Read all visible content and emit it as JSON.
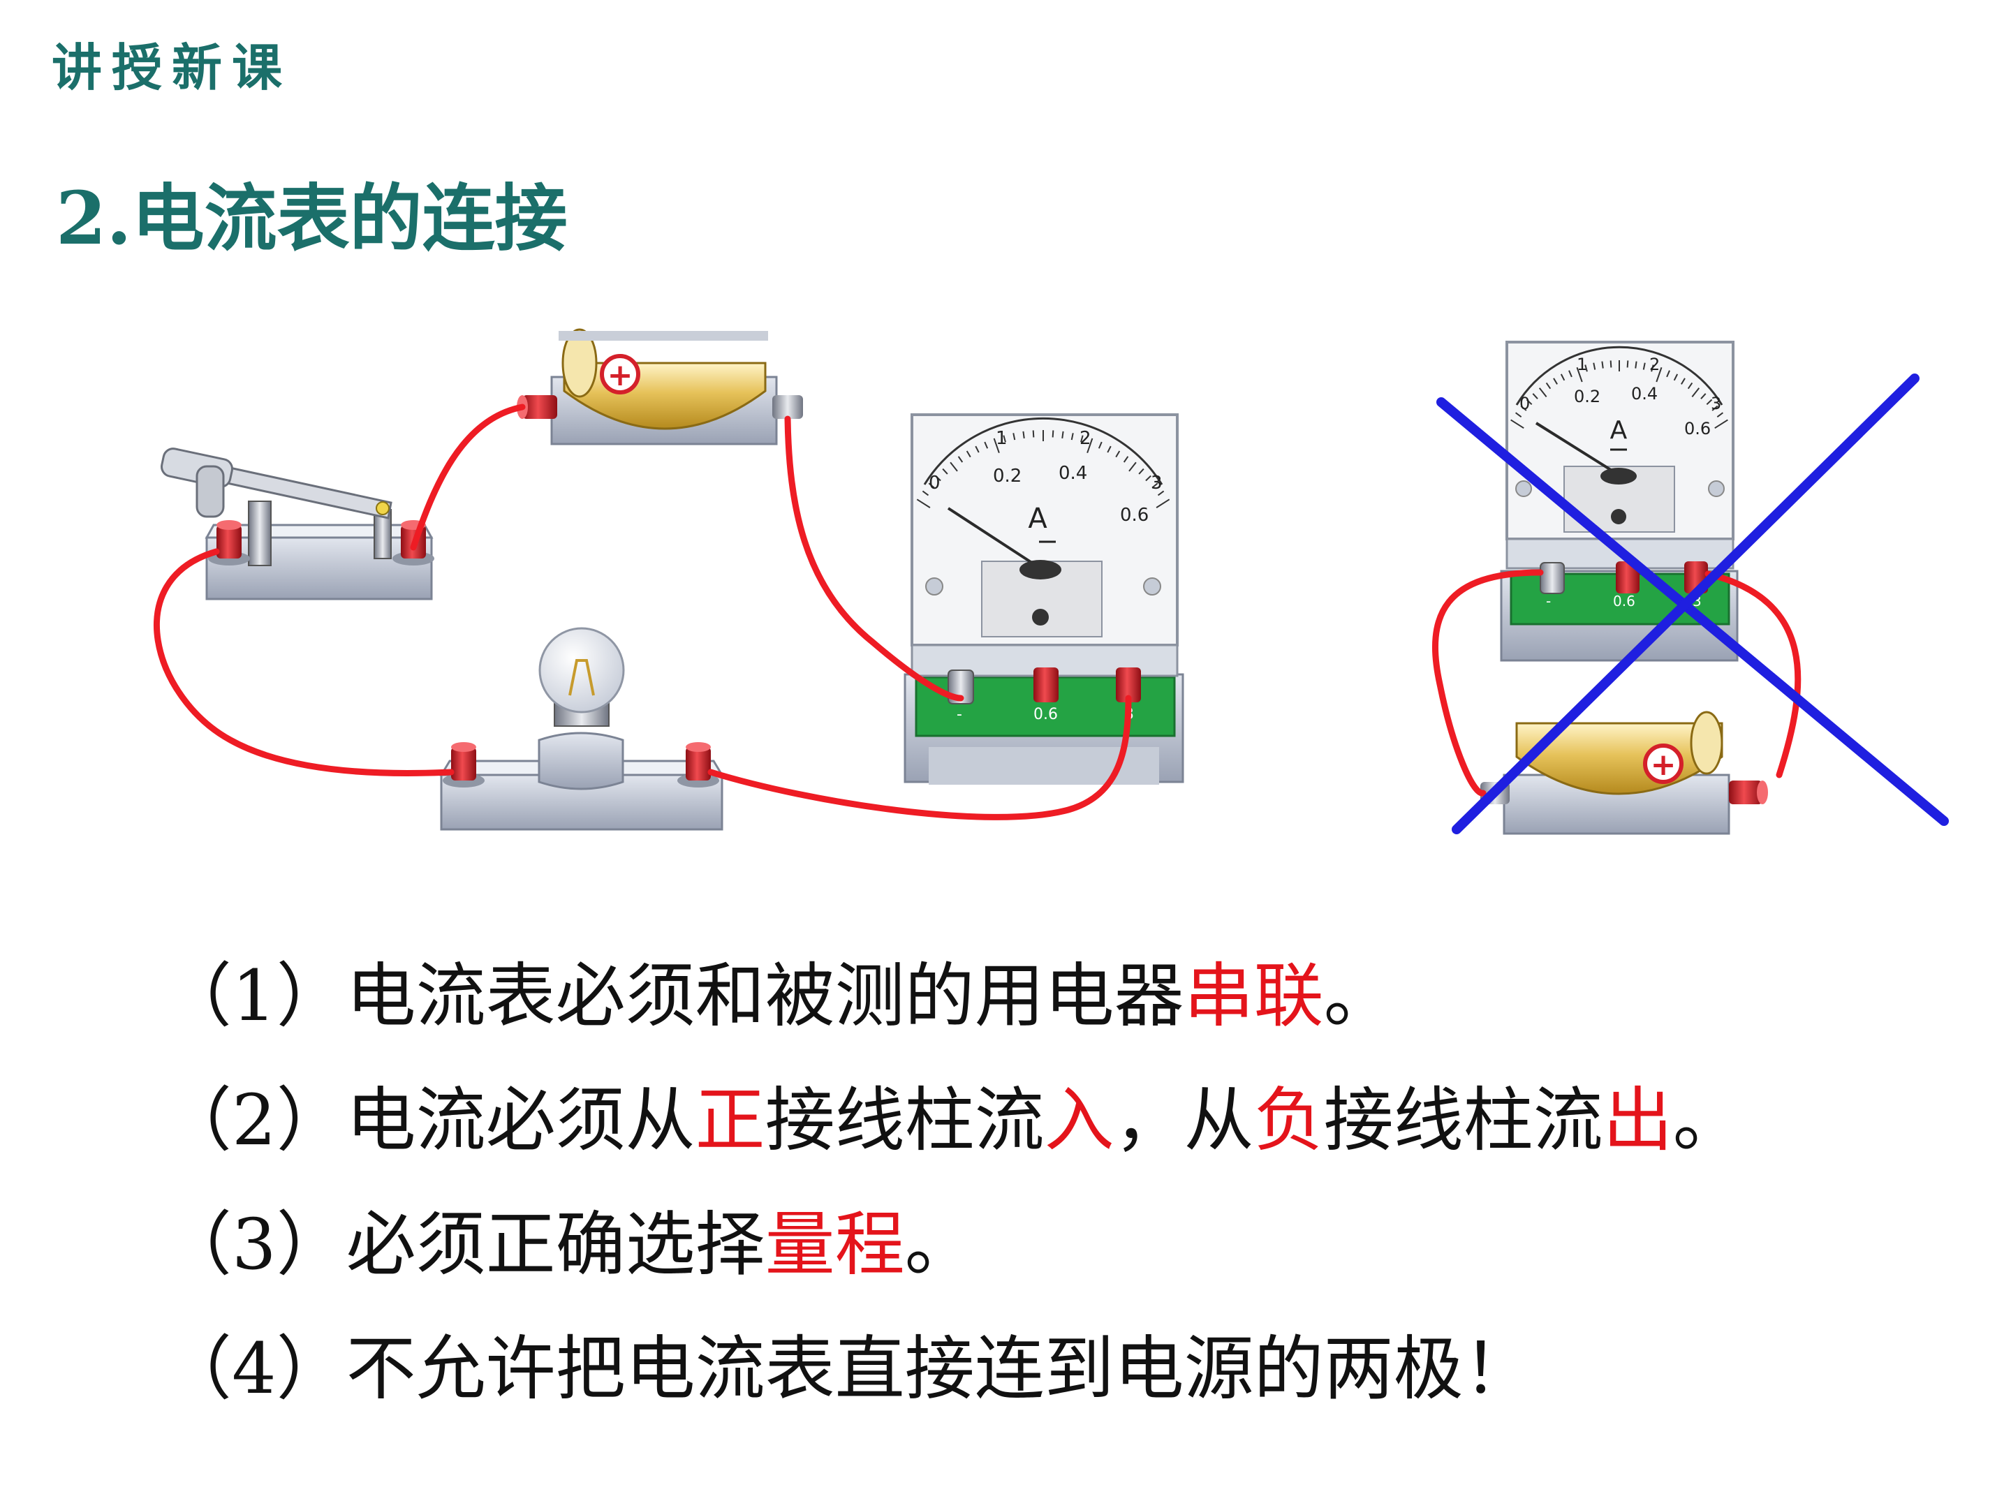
{
  "header": {
    "section_tag": "讲授新课"
  },
  "title": "2.电流表的连接",
  "colors": {
    "teal": "#1b6f6a",
    "highlight": "#e4141b",
    "wire": "#ee1c24",
    "cross": "#1f1fe0",
    "terminal_red": "#d4202a",
    "battery_gold": "#d8b24a"
  },
  "figure_left": {
    "ammeter": {
      "unit": "A",
      "major_ticks": [
        "0",
        "1",
        "2",
        "3"
      ],
      "minor_ticks": [
        "0.2",
        "0.4",
        "0.6"
      ],
      "terminal_labels": [
        "-",
        "0.6",
        "3"
      ]
    },
    "battery_symbol": "+"
  },
  "figure_right": {
    "ammeter": {
      "unit": "A",
      "major_ticks": [
        "0",
        "1",
        "2",
        "3"
      ],
      "minor_ticks": [
        "0.2",
        "0.4",
        "0.6"
      ],
      "terminal_labels": [
        "-",
        "0.6",
        "3"
      ]
    },
    "battery_symbol": "+",
    "icons": [
      "cross-mark-icon"
    ]
  },
  "points": [
    {
      "num": "（1）",
      "pre": "电流表必须和被测的用电器",
      "hl": "串联",
      "post": "。"
    },
    {
      "num": "（2）",
      "a": "电流必须从",
      "h1": "正",
      "b": "接线柱流",
      "h2": "入",
      "c": "，从",
      "h3": "负",
      "d": "接线柱流",
      "h4": "出",
      "e": "。"
    },
    {
      "num": "（3）",
      "pre": "必须正确选择",
      "hl": "量程",
      "post": "。"
    },
    {
      "num": "（4）",
      "text": "不允许把电流表直接连到电源的两极！"
    }
  ]
}
